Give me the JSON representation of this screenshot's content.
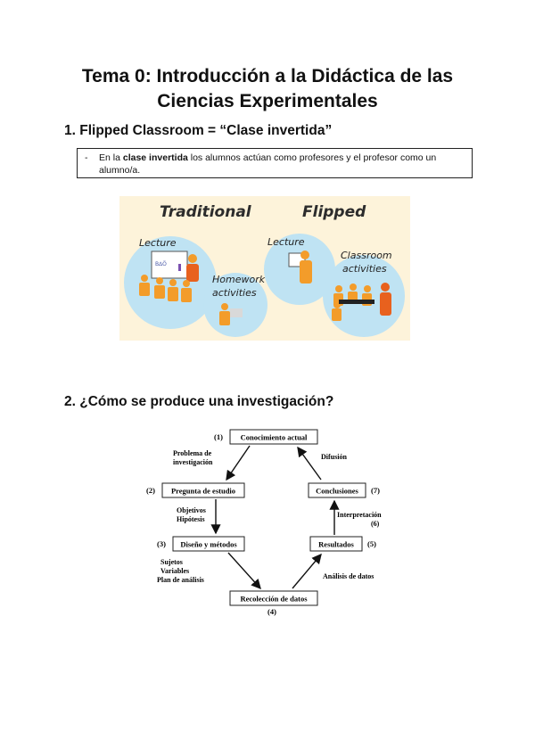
{
  "title_line1": "Tema 0: Introducción a la Didáctica de las",
  "title_line2": "Ciencias Experimentales",
  "section1": "1. Flipped Classroom =  “Clase invertida”",
  "note": {
    "bullet": "-",
    "pre": "En la ",
    "bold": "clase invertida",
    "post": " los alumnos actúan como profesores y el profesor como un alumno/a."
  },
  "figure1": {
    "traditional": "Traditional",
    "flipped": "Flipped",
    "lecture_left": "Lecture",
    "homework1": "Homework",
    "homework2": "activities",
    "lecture_right": "Lecture",
    "classroom1": "Classroom",
    "classroom2": "activities",
    "board_text": "B∆Ö"
  },
  "section2": "2. ¿Cómo se produce una investigación?",
  "figure2": {
    "n1": "(1)",
    "box1": "Conocimiento actual",
    "n2": "(2)",
    "box2": "Pregunta de estudio",
    "n3": "(3)",
    "box3": "Diseño y métodos",
    "box4": "Recolección de datos",
    "n4": "(4)",
    "box5": "Resultados",
    "n5": "(5)",
    "box7": "Conclusiones",
    "n7": "(7)",
    "lbl_problema1": "Problema de",
    "lbl_problema2": "investigación",
    "lbl_obj1": "Objetivos",
    "lbl_obj2": "Hipótesis",
    "lbl_suj1": "Sujetos",
    "lbl_suj2": "Variables",
    "lbl_suj3": "Plan de análisis",
    "lbl_analisis": "Análisis de datos",
    "lbl_interp": "Interpretación",
    "n6": "(6)",
    "lbl_difusion": "Difusión"
  }
}
